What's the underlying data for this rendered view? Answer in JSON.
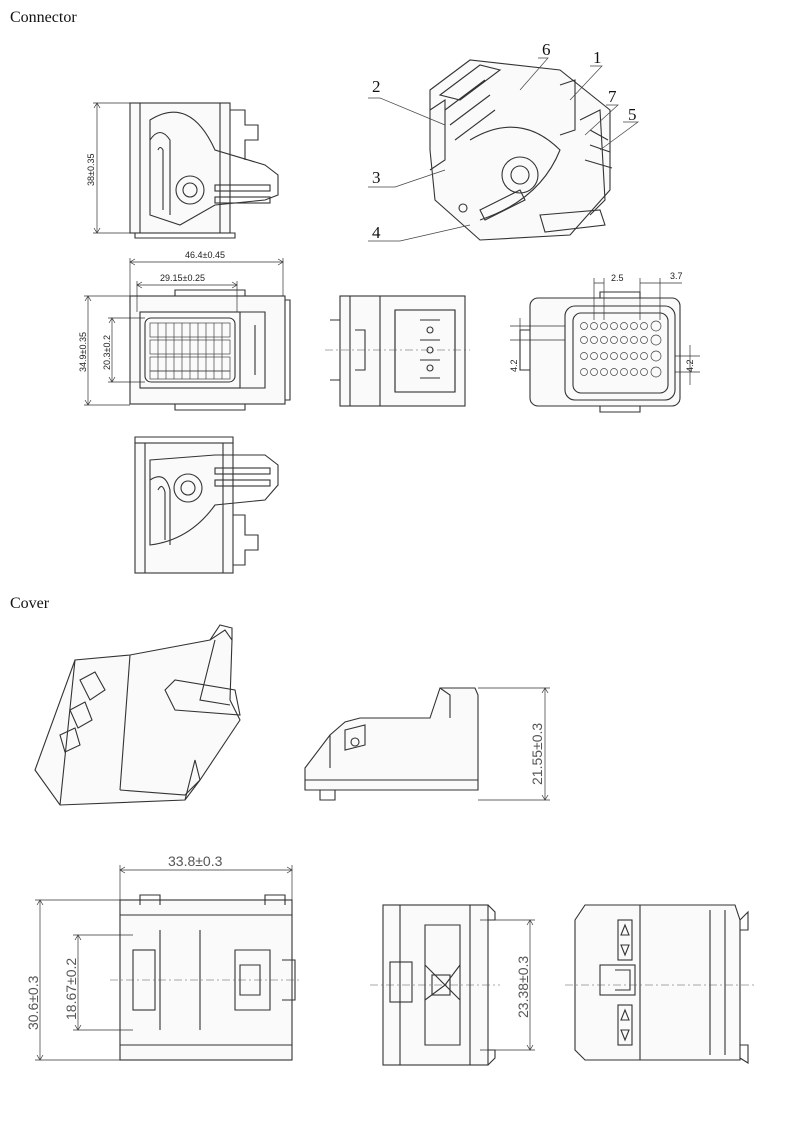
{
  "sections": {
    "connector_title": "Connector",
    "cover_title": "Cover"
  },
  "connector": {
    "dims": {
      "height_side": "38±0.35",
      "overall_width": "46.4±0.45",
      "inner_width": "29.15±0.25",
      "overall_height": "34.9±0.35",
      "inner_height": "20.3±0.2",
      "pitch_a": "2.5",
      "pitch_b": "3.7",
      "row_left": "4.2",
      "row_right": "4.2"
    },
    "callouts": [
      "1",
      "2",
      "3",
      "4",
      "5",
      "6",
      "7"
    ]
  },
  "cover": {
    "dims": {
      "side_height": "21.55±0.3",
      "top_width": "33.8±0.3",
      "outer_height": "30.6±0.3",
      "inner_height": "18.67±0.2",
      "end_height": "23.38±0.3"
    }
  }
}
